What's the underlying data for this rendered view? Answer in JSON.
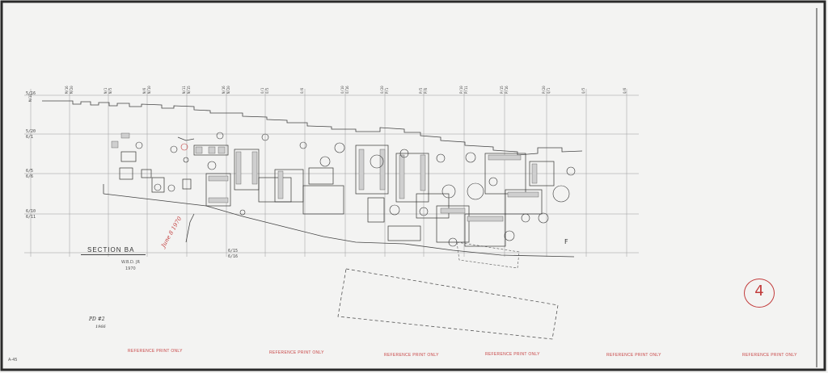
{
  "sheet": {
    "section_title": "SECTION BA",
    "drawn_by": "W.B.D. JR",
    "year": "1970",
    "date_stamp": "June 8 1970",
    "pd_note": "PD #2",
    "pd_year": "1966",
    "sheet_id": "A-45",
    "sheet_number": "4",
    "north_mark": "F",
    "ref_stamp": "REFERENCE PRINT ONLY",
    "accent_color": "#c23b3b"
  },
  "grid": {
    "column_labels": [
      "M/11",
      "M/16",
      "M/20",
      "N/1",
      "N/5",
      "N/6",
      "N/10",
      "N/11",
      "N/15",
      "N/16",
      "N/20",
      "O/1",
      "O/5",
      "O/6",
      "O/10",
      "O/16",
      "O/20",
      "P/1",
      "P/5",
      "P/6",
      "P/10",
      "P/11",
      "P/15",
      "P/16",
      "P/20",
      "Q/1",
      "Q/5",
      "Q/6"
    ],
    "row_labels": [
      "5/16",
      "5/20",
      "6/1",
      "6/5",
      "6/6",
      "6/10",
      "6/11",
      "6/15",
      "6/16"
    ]
  }
}
